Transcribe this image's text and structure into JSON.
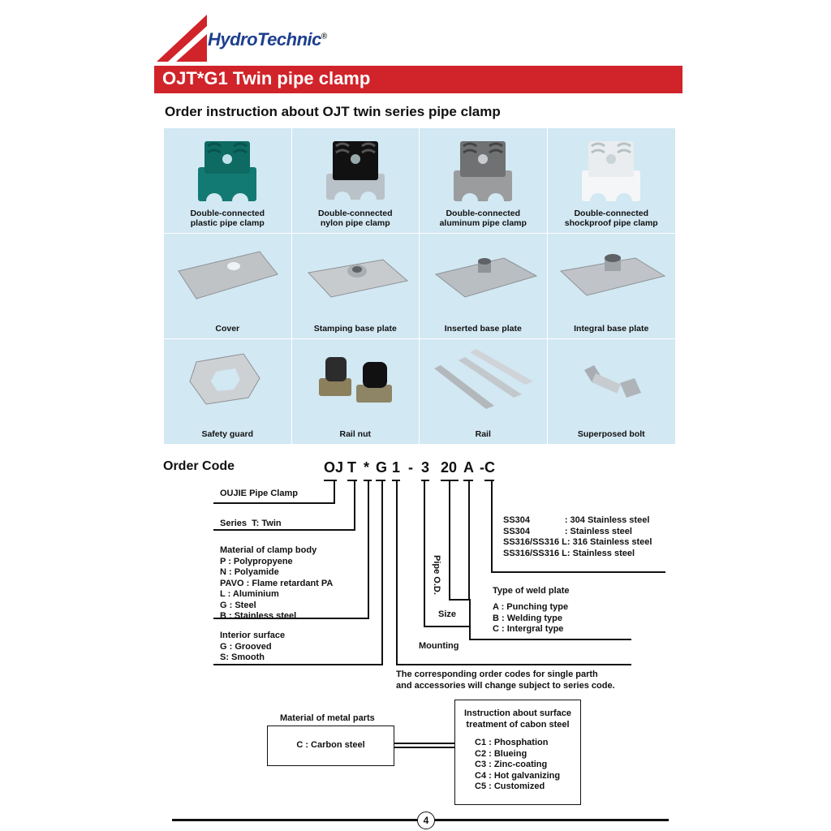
{
  "brand": {
    "name": "HydroTechnic",
    "reg": "®"
  },
  "header": {
    "title": "OJT*G1 Twin pipe clamp",
    "subtitle": "Order instruction about OJT twin series pipe clamp"
  },
  "products": [
    {
      "line1": "Double-connected",
      "line2": "plastic pipe clamp"
    },
    {
      "line1": "Double-connected",
      "line2": "nylon pipe clamp"
    },
    {
      "line1": "Double-connected",
      "line2": "aluminum pipe clamp"
    },
    {
      "line1": "Double-connected",
      "line2": "shockproof pipe clamp"
    },
    {
      "line1": "Cover",
      "line2": ""
    },
    {
      "line1": "Stamping base plate",
      "line2": ""
    },
    {
      "line1": "Inserted base plate",
      "line2": ""
    },
    {
      "line1": "Integral base plate",
      "line2": ""
    },
    {
      "line1": "Safety guard",
      "line2": ""
    },
    {
      "line1": "Rail nut",
      "line2": ""
    },
    {
      "line1": "Rail",
      "line2": ""
    },
    {
      "line1": "Superposed bolt",
      "line2": ""
    }
  ],
  "order": {
    "label": "Order Code",
    "code": [
      "OJ",
      "T",
      "*",
      "G",
      "1",
      "-",
      "3",
      "20",
      "A",
      "-C"
    ],
    "oujie": "OUJIE Pipe Clamp",
    "series": "Series  T: Twin",
    "material_body": "Material of clamp body\nP : Polypropyene\nN : Polyamide\nPAVO : Flame retardant PA\nL : Aluminium\nG : Steel\nB : Stainless steel",
    "interior": "Interior surface\nG : Grooved\nS: Smooth",
    "steel": "SS304              : 304 Stainless steel\nSS304              : Stainless steel\nSS316/SS316 L: 316 Stainless steel\nSS316/SS316 L: Stainless steel",
    "pipe_od": "Pipe O.D.",
    "weld_title": "Type of weld plate",
    "weld": "A : Punching type\nB : Welding type\nC : Intergral type",
    "size": "Size",
    "mounting": "Mounting",
    "note": "The corresponding order codes for single parth\nand accessories will change subject to series code."
  },
  "metal": {
    "title": "Material of metal parts",
    "value": "C : Carbon steel"
  },
  "surface": {
    "title": "Instruction about surface\ntreatment of cabon steel",
    "items": "C1 : Phosphation\nC2 : Blueing\nC3 : Zinc-coating\nC4 : Hot galvanizing\nC5 : Customized"
  },
  "footer": {
    "page": "4"
  },
  "colors": {
    "accent": "#d1232a",
    "brand": "#1d3f8f",
    "panel": "#d2e8f3"
  }
}
